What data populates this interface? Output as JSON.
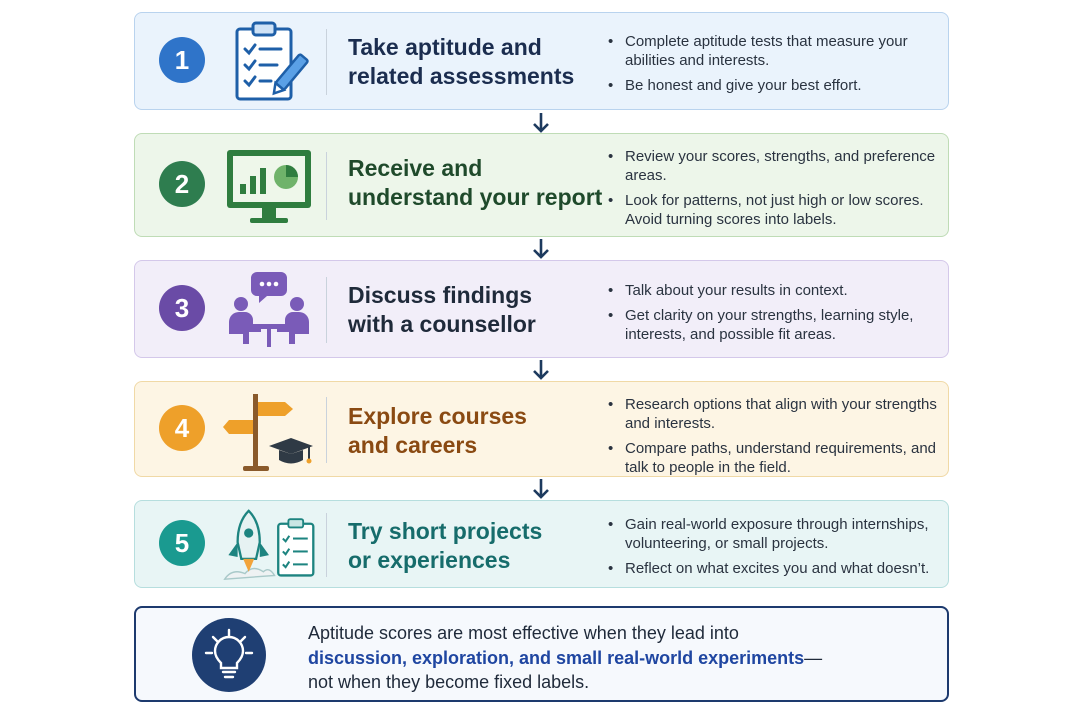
{
  "steps": [
    {
      "number": "1",
      "title_line1": "Take aptitude and",
      "title_line2": "related assessments",
      "icon": "clipboard-checklist-icon",
      "color": "#2f74c9",
      "bg": "#eaf3fc",
      "border": "#b9d3ee",
      "title_color": "#1b2d4f",
      "bullets": [
        "Complete aptitude tests that measure your abilities and interests.",
        "Be honest and give your best effort."
      ]
    },
    {
      "number": "2",
      "title_line1": "Receive and",
      "title_line2": "understand your report",
      "icon": "report-chart-monitor-icon",
      "color": "#2e7d4f",
      "bg": "#edf6ea",
      "border": "#bfdcb6",
      "title_color": "#1f4a2b",
      "bullets": [
        "Review your scores, strengths, and preference areas.",
        "Look for patterns, not just high or low scores. Avoid turning scores into labels."
      ]
    },
    {
      "number": "3",
      "title_line1": "Discuss findings",
      "title_line2": "with a counsellor",
      "icon": "counselling-conversation-icon",
      "color": "#6a4ba6",
      "bg": "#f2eef9",
      "border": "#d4c8ea",
      "title_color": "#1f2a3a",
      "bullets": [
        "Talk about your results in context.",
        "Get clarity on your strengths, learning style, interests, and possible fit areas."
      ]
    },
    {
      "number": "4",
      "title_line1": "Explore courses",
      "title_line2": "and careers",
      "icon": "signpost-graduation-cap-icon",
      "color": "#eea02a",
      "bg": "#fdf5e4",
      "border": "#f0d9a6",
      "title_color": "#8a4a12",
      "bullets": [
        "Research options that align with your strengths and interests.",
        "Compare paths, understand requirements, and talk to people in the field."
      ]
    },
    {
      "number": "5",
      "title_line1": "Try short projects",
      "title_line2": "or experiences",
      "icon": "rocket-checklist-icon",
      "color": "#1a9a90",
      "bg": "#e8f5f5",
      "border": "#b6dede",
      "title_color": "#166c6b",
      "bullets": [
        "Gain real-world exposure through internships, volunteering, or small projects.",
        "Reflect on what excites you and what doesn’t."
      ]
    }
  ],
  "callout": {
    "icon": "lightbulb-icon",
    "line1": "Aptitude scores are most effective when they lead into",
    "highlight": "discussion, exploration, and small real-world experiments",
    "dash": "—",
    "line3": "not when they become fixed labels."
  },
  "arrow_color": "#1d3a5e"
}
